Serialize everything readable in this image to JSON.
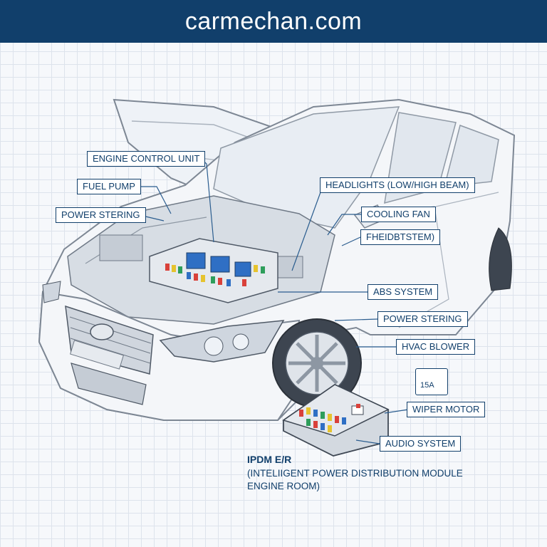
{
  "header": {
    "title": "carmechan.com"
  },
  "callouts": {
    "engine_control_unit": "ENGINE CONTROL UNIT",
    "fuel_pump": "FUEL PUMP",
    "power_stering_left": "POWER STERING",
    "headlights": "HEADLIGHTS (LOW/HIGH BEAM)",
    "cooling_fan": "COOLING FAN",
    "fheidbtstem": "FHEIDBTSTEM)",
    "abs_system": "ABS SYSTEM",
    "power_stering_right": "POWER STERING",
    "hvac_blower": "HVAC BLOWER",
    "wiper_motor": "WIPER MOTOR",
    "audio_system": "AUDIO SYSTEM"
  },
  "fuse_label": "15A",
  "caption": {
    "title": "IPDM E/R",
    "line1": "(INTELIIGENT POWER DISTRIBUTION MODULE",
    "line2": "ENGINE ROOM)"
  },
  "colors": {
    "brand": "#113f6b",
    "car_body": "#f4f6f9",
    "fuse_blue": "#2f6fc4",
    "fuse_green": "#2e9e5b",
    "fuse_red": "#d9413a",
    "fuse_yellow": "#e6c32e"
  }
}
